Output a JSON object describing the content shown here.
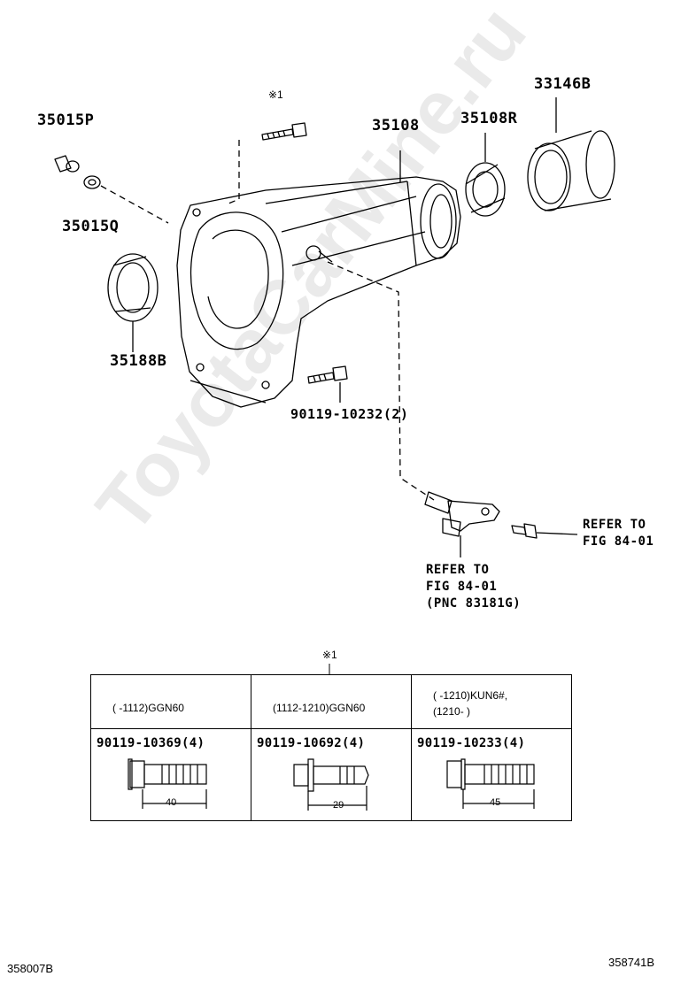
{
  "watermark": "ToyotaCarMine.ru",
  "labels": {
    "p35015P": "35015P",
    "p35015Q": "35015Q",
    "p35188B": "35188B",
    "p35108": "35108",
    "p35108R": "35108R",
    "p33146B": "33146B",
    "bolt_main": "90119-10232(2)",
    "note_top": "※1",
    "note_table": "※1"
  },
  "refer_right": [
    "REFER TO",
    "FIG 84-01"
  ],
  "refer_bottom": [
    "REFER TO",
    "FIG 84-01",
    "(PNC 83181G)"
  ],
  "table": {
    "columns": [
      {
        "condition": [
          "(      -1112)GGN60"
        ],
        "part": "90119-10369(4)",
        "dimension": "40"
      },
      {
        "condition": [
          "(1112-1210)GGN60"
        ],
        "part": "90119-10692(4)",
        "dimension": "29"
      },
      {
        "condition": [
          "(      -1210)KUN6#,",
          "(1210-      )"
        ],
        "part": "90119-10233(4)",
        "dimension": "45"
      }
    ]
  },
  "corner_left": "358007B",
  "corner_right": "358741B"
}
